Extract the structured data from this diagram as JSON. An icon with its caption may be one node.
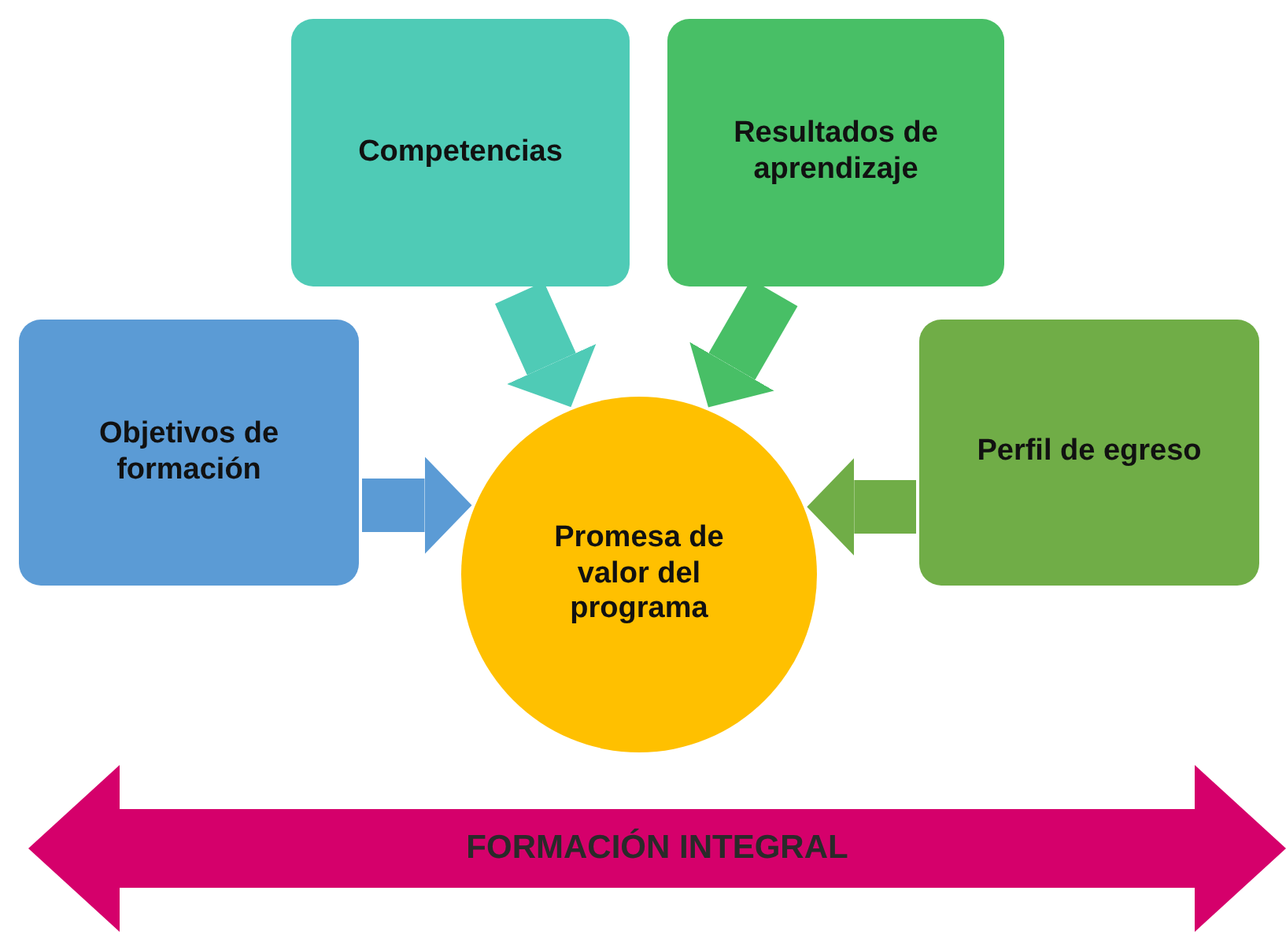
{
  "diagram": {
    "nodes": [
      {
        "text": [
          "Objetivos de formación"
        ]
      },
      {
        "text": [
          "Competencias"
        ]
      },
      {
        "text": [
          "Resultados de aprendizaje"
        ]
      },
      {
        "text": [
          "Perfil de egreso"
        ]
      },
      {
        "text": [
          "Promesa de valor del programa"
        ]
      },
      {
        "text": [
          "FORMACIÓN INTEGRAL"
        ]
      }
    ],
    "edges": [
      {
        "from": 0,
        "to": 4,
        "arrow": "to",
        "color": "#5b9bd5"
      },
      {
        "from": 1,
        "to": 4,
        "arrow": "to",
        "color": "#4fcbb6"
      },
      {
        "from": 2,
        "to": 4,
        "arrow": "to",
        "color": "#48bf66"
      },
      {
        "from": 3,
        "to": 4,
        "arrow": "to",
        "color": "#70ad47"
      }
    ]
  }
}
